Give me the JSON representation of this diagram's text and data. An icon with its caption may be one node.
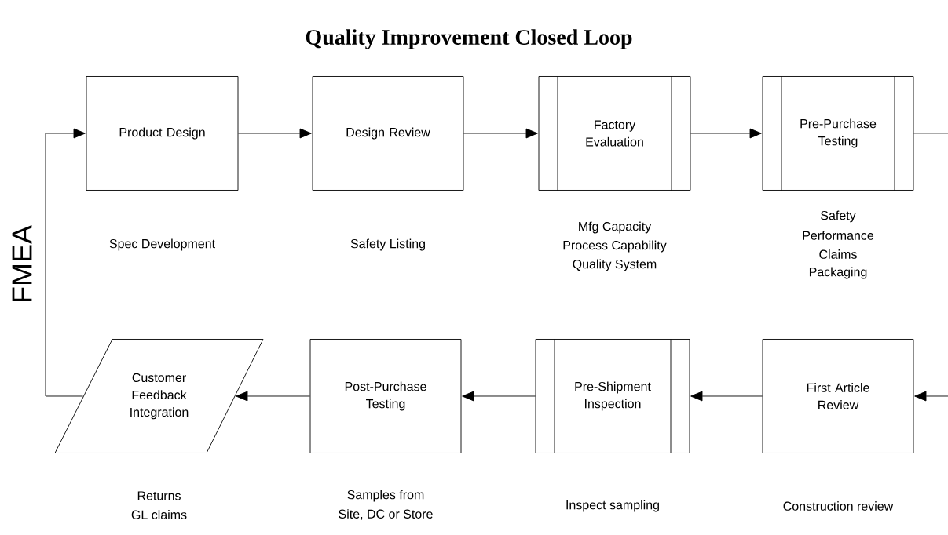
{
  "diagram": {
    "title": "Quality Improvement Closed Loop",
    "nodes": [
      {
        "text": [
          "Product Design"
        ],
        "beside": [
          "Spec Development"
        ]
      },
      {
        "text": [
          "Design Review"
        ],
        "beside": [
          "Safety Listing"
        ]
      },
      {
        "text": [
          "Factory Evaluation"
        ],
        "beside": [
          "Mfg Capacity",
          "Process Capability",
          "Quality System"
        ]
      },
      {
        "text": [
          "Pre-Purchase Testing"
        ],
        "beside": [
          "Safety",
          "Performance",
          "Claims",
          "Packaging"
        ]
      },
      {
        "text": [
          "Customer Feedback Integration"
        ],
        "beside": [
          "Returns",
          "GL claims"
        ]
      },
      {
        "text": [
          "Post-Purchase Testing"
        ],
        "beside": [
          "Samples from",
          "Site, DC or Store"
        ]
      },
      {
        "text": [
          "Pre-Shipment Inspection"
        ],
        "beside": [
          "Inspect sampling"
        ]
      },
      {
        "text": [
          "First Article Review"
        ],
        "beside": [
          "Construction review"
        ]
      }
    ],
    "edges": [
      {
        "from": 0,
        "to": 1,
        "arrow": "to"
      },
      {
        "from": 1,
        "to": 2,
        "arrow": "to"
      },
      {
        "from": 2,
        "to": 3,
        "arrow": "to"
      },
      {
        "from": 3,
        "to": null,
        "arrow": "none"
      },
      {
        "from": null,
        "to": 7,
        "arrow": "to"
      },
      {
        "from": 7,
        "to": 6,
        "arrow": "to"
      },
      {
        "from": 6,
        "to": 5,
        "arrow": "to"
      },
      {
        "from": 5,
        "to": 4,
        "arrow": "to"
      },
      {
        "from": 4,
        "to": 0,
        "arrow": "to"
      }
    ],
    "labels": [
      "FMEA"
    ]
  }
}
